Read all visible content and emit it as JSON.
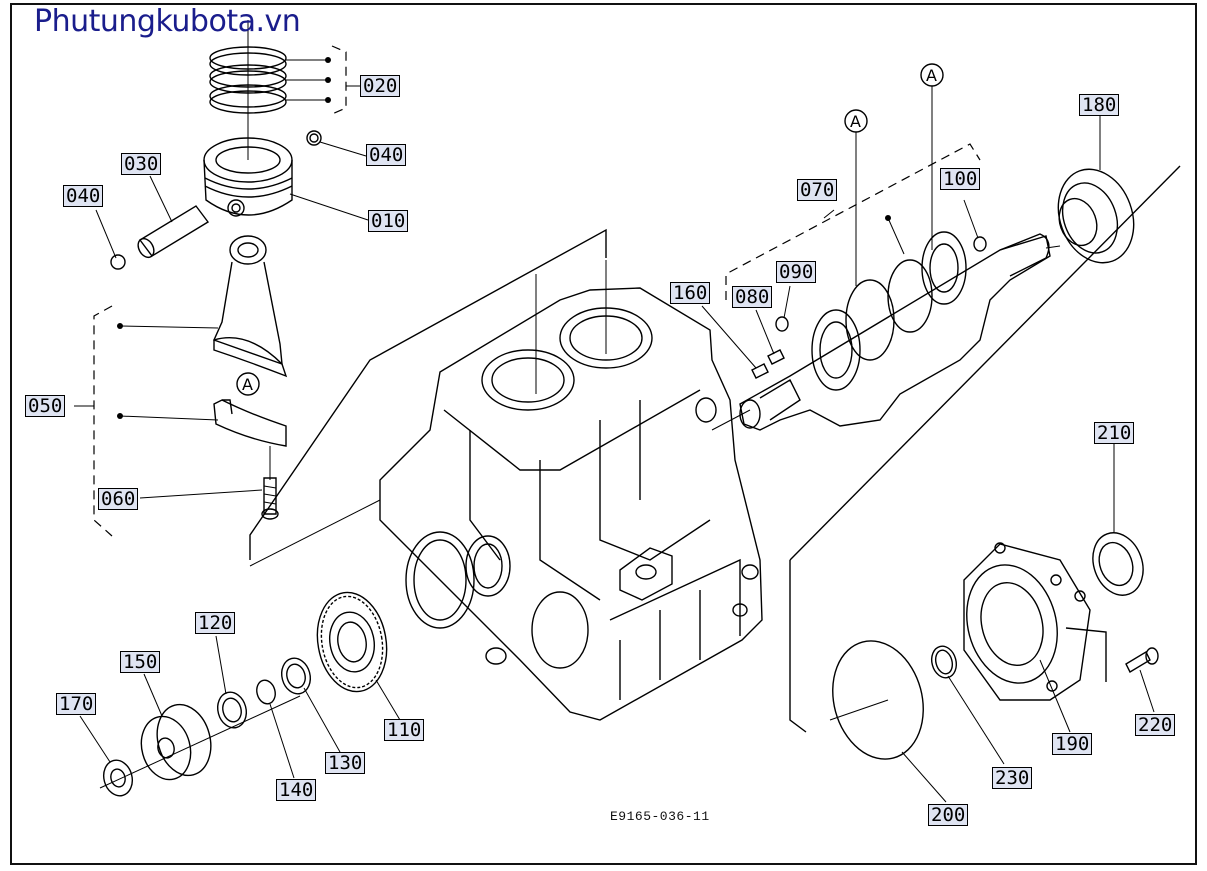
{
  "watermark": "Phutungkubota.vn",
  "diagram_code": "E9165-036-11",
  "ref_marker": "A",
  "callouts": {
    "p010": "010",
    "p020": "020",
    "p030": "030",
    "p040a": "040",
    "p040b": "040",
    "p050": "050",
    "p060": "060",
    "p070": "070",
    "p080": "080",
    "p090": "090",
    "p100": "100",
    "p110": "110",
    "p120": "120",
    "p130": "130",
    "p140": "140",
    "p150": "150",
    "p160": "160",
    "p170": "170",
    "p180": "180",
    "p190": "190",
    "p200": "200",
    "p210": "210",
    "p220": "220",
    "p230": "230"
  },
  "colors": {
    "watermark": "#1a1d8c",
    "callout_fill": "#dfe4f2",
    "ink": "#000000"
  }
}
